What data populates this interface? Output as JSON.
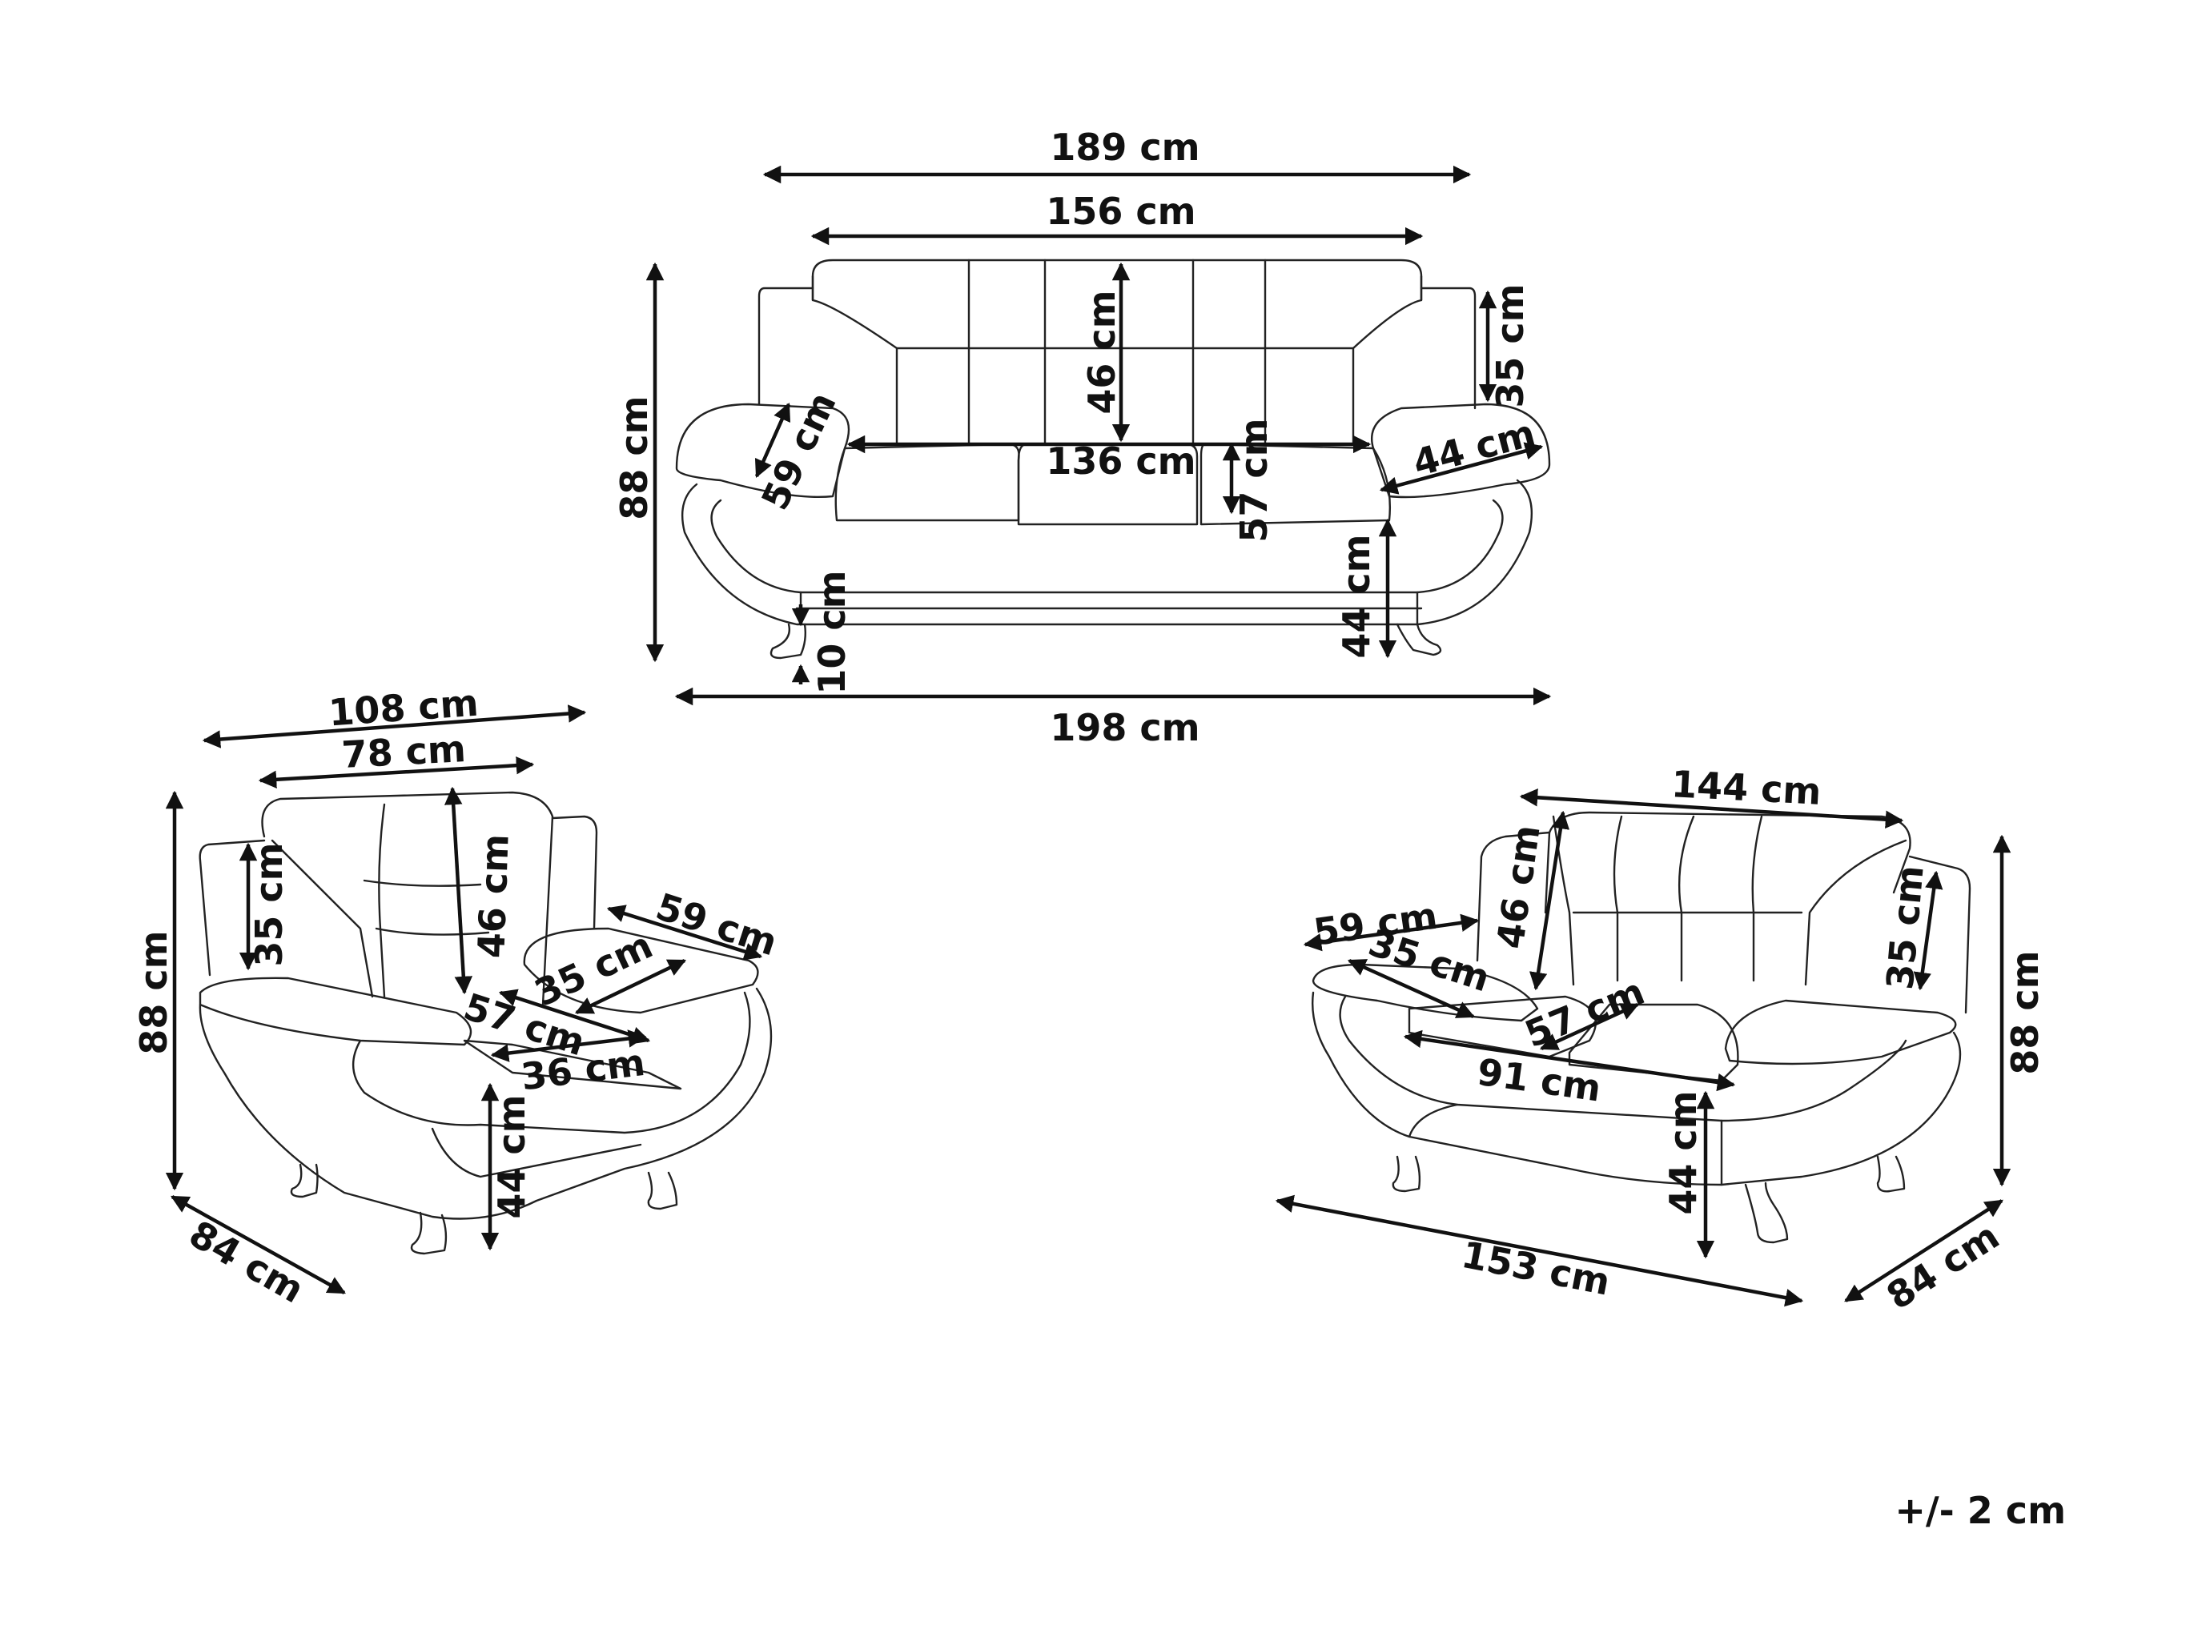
{
  "tolerance": "+/- 2 cm",
  "sofa": {
    "overall_width_top": "189 cm",
    "back_width": "156 cm",
    "back_height": "46 cm",
    "arm_height": "35 cm",
    "total_height": "88 cm",
    "arm_depth": "59 cm",
    "seat_width": "136 cm",
    "seat_height_to_back": "57 cm",
    "arm_width": "44 cm",
    "seat_height": "44 cm",
    "leg_height": "10 cm",
    "overall_width": "198 cm"
  },
  "armchair": {
    "overall_width": "108 cm",
    "back_width": "78 cm",
    "total_height": "88 cm",
    "arm_height": "35 cm",
    "back_height": "46 cm",
    "arm_depth": "59 cm",
    "arm_width": "35 cm",
    "seat_depth": "57 cm",
    "seat_width": "36 cm",
    "seat_height": "44 cm",
    "depth": "84 cm"
  },
  "loveseat": {
    "back_width": "144 cm",
    "back_height": "46 cm",
    "arm_height": "35 cm",
    "total_height": "88 cm",
    "arm_depth": "59 cm",
    "arm_width": "35 cm",
    "seat_depth": "57 cm",
    "seat_width": "91 cm",
    "seat_height": "44 cm",
    "overall_width": "153 cm",
    "depth": "84 cm"
  }
}
